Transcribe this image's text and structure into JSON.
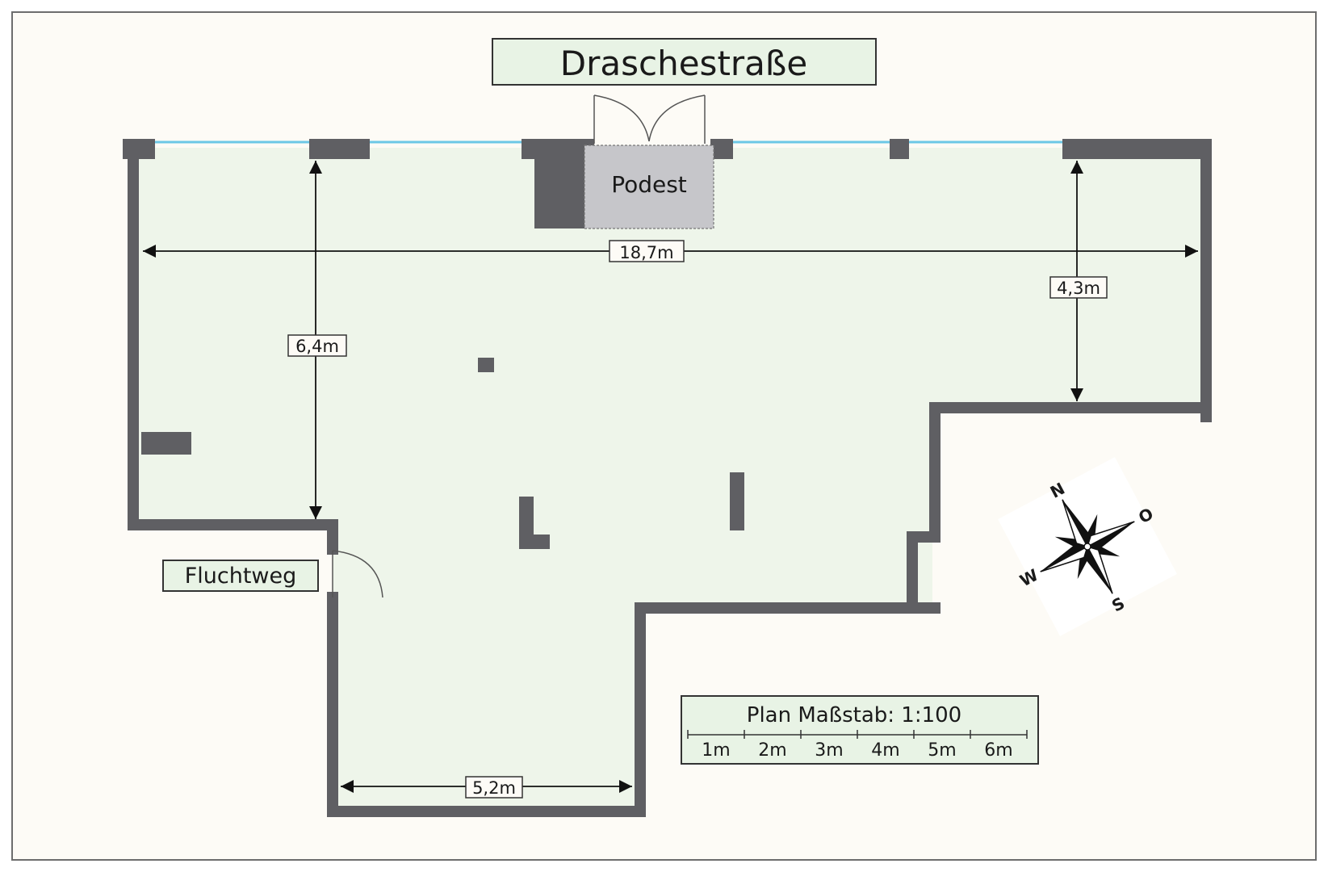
{
  "street": "Draschestraße",
  "stage": "Podest",
  "emergency_exit": "Fluchtweg",
  "dimensions": {
    "width_total": "18,7m",
    "depth_left": "6,4m",
    "depth_right": "4,3m",
    "width_bottom": "5,2m"
  },
  "scale": {
    "title": "Plan Maßstab: 1:100",
    "ticks": [
      "1m",
      "2m",
      "3m",
      "4m",
      "5m",
      "6m"
    ]
  },
  "compass": {
    "north": "N",
    "east": "O",
    "south": "S",
    "west": "W"
  },
  "colors": {
    "floor": "#eef5ea",
    "wall": "#5f5f63",
    "window": "#6cc8e6",
    "stage": "#c6c6ca",
    "page": "#fdfbf6",
    "label_box": "#e8f3e5"
  }
}
